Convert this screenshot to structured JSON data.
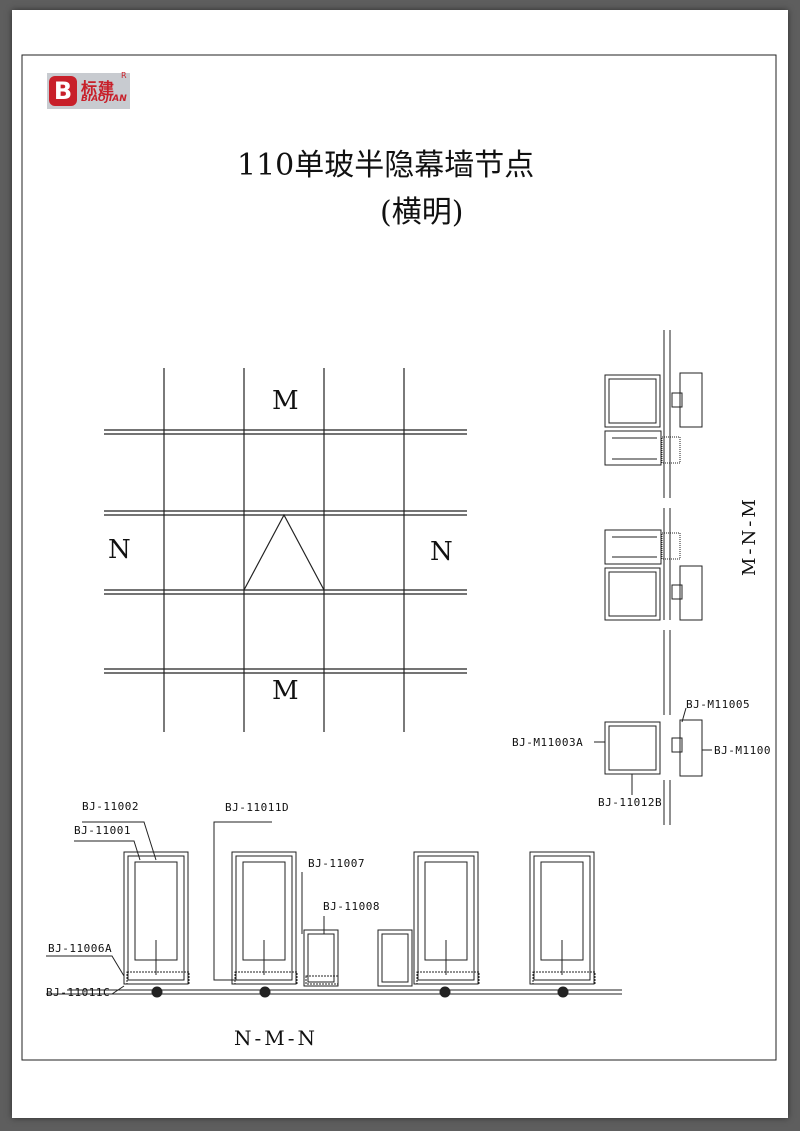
{
  "logo": {
    "mark": "B",
    "cn": "标建",
    "en": "BIAOJIAN",
    "reg": "R"
  },
  "title": "110单玻半隐幕墙节点",
  "subtitle": "(横明)",
  "elevation": {
    "top": "M",
    "bottom": "M",
    "left": "N",
    "right": "N"
  },
  "vertical_section": {
    "name": "M-N-M",
    "labels": {
      "a": "BJ-M11005",
      "b": "BJ-M11003A",
      "c": "BJ-M1100",
      "d": "BJ-11012B"
    }
  },
  "horizontal_section": {
    "name": "N-M-N",
    "labels": {
      "a": "BJ-11002",
      "b": "BJ-11001",
      "c": "BJ-11011D",
      "d": "BJ-11007",
      "e": "BJ-11008",
      "f": "BJ-11006A",
      "g": "BJ-11011C"
    }
  }
}
